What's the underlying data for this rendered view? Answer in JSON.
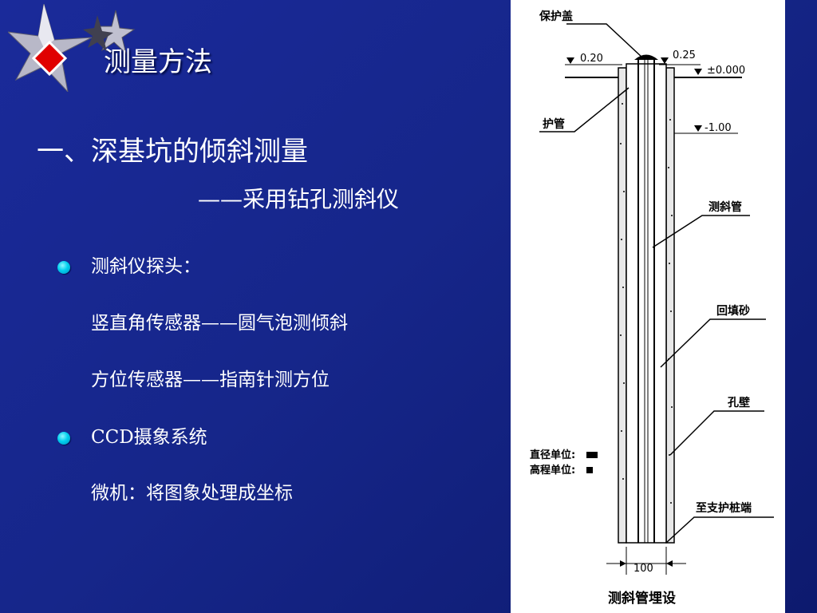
{
  "slide": {
    "title": "测量方法",
    "heading": "一、深基坑的倾斜测量",
    "subheading": "——采用钻孔测斜仪",
    "lines": [
      "测斜仪探头：",
      "竖直角传感器——圆气泡测倾斜",
      "方位传感器——指南针测方位",
      "CCD摄象系统",
      "微机：将图象处理成坐标"
    ]
  },
  "figure": {
    "caption": "测斜管埋设",
    "labels": {
      "cover": "保护盖",
      "left_level": "0.20",
      "right_level": "0.25",
      "datum": "±0.000",
      "casing": "护管",
      "depth": "-1.00",
      "inclinometer_tube": "测斜管",
      "backfill_sand": "回填砂",
      "hole_wall": "孔壁",
      "diameter_unit": "直径单位:",
      "elevation_unit": "高程单位:",
      "to_pile_end": "至支护桩端",
      "width": "100"
    }
  },
  "colors": {
    "background": "#1a2a9a",
    "bullet": "#00d0ee",
    "logo_diamond": "#e00000"
  }
}
